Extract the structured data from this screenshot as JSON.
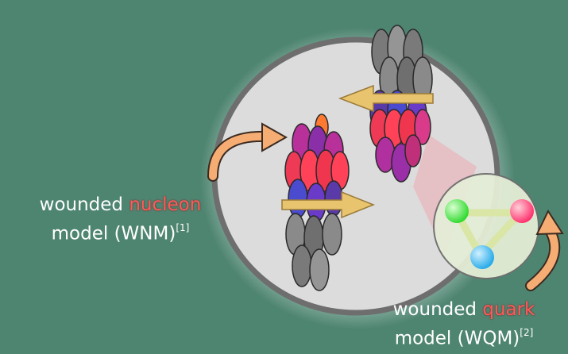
{
  "labels": {
    "wnm": {
      "line1_prefix": "wounded ",
      "line1_highlight": "nucleon",
      "line2": "model (WNM)",
      "ref": "[1]"
    },
    "wqm": {
      "line1_prefix": "wounded ",
      "line1_highlight": "quark",
      "line2": "model (WQM)",
      "ref": "[2]"
    }
  },
  "colors": {
    "background": "#4e8571",
    "highlight": "#ff5a5a",
    "arrow": "#f6ad73",
    "beam_arrow": "#e8c46e"
  }
}
